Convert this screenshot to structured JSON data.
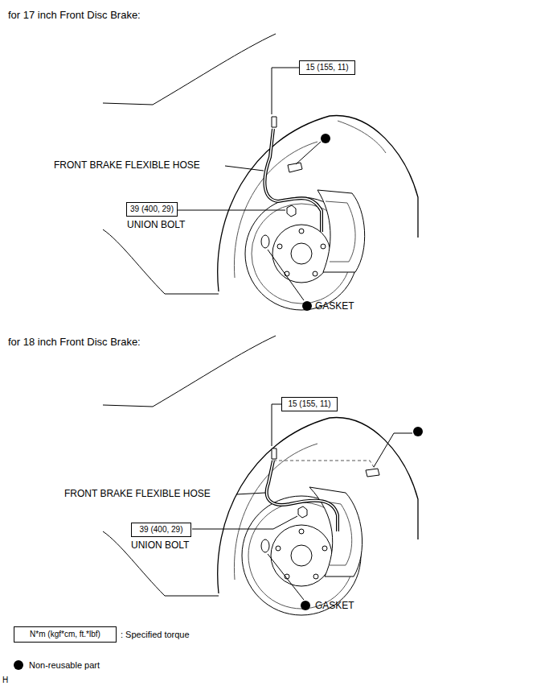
{
  "diagram": {
    "nodes": [
      {
        "text": [
          "15 (155, 11)"
        ]
      },
      {
        "text": [
          "39 (400, 29)"
        ]
      },
      {
        "text": [
          "15 (155, 11)"
        ]
      },
      {
        "text": [
          "39 (400, 29)"
        ]
      },
      {
        "text": [
          "N*m (kgf*cm, ft.*lbf)"
        ]
      }
    ],
    "labels": [
      "for 17 inch Front Disc Brake:",
      "FRONT BRAKE FLEXIBLE HOSE",
      "UNION BOLT",
      "GASKET",
      "for 18 inch Front Disc Brake:",
      "FRONT BRAKE FLEXIBLE HOSE",
      "UNION BOLT",
      "GASKET",
      "H"
    ],
    "legend": [
      {
        "text": ": Specified torque"
      },
      {
        "text": "Non-reusable part"
      }
    ]
  }
}
